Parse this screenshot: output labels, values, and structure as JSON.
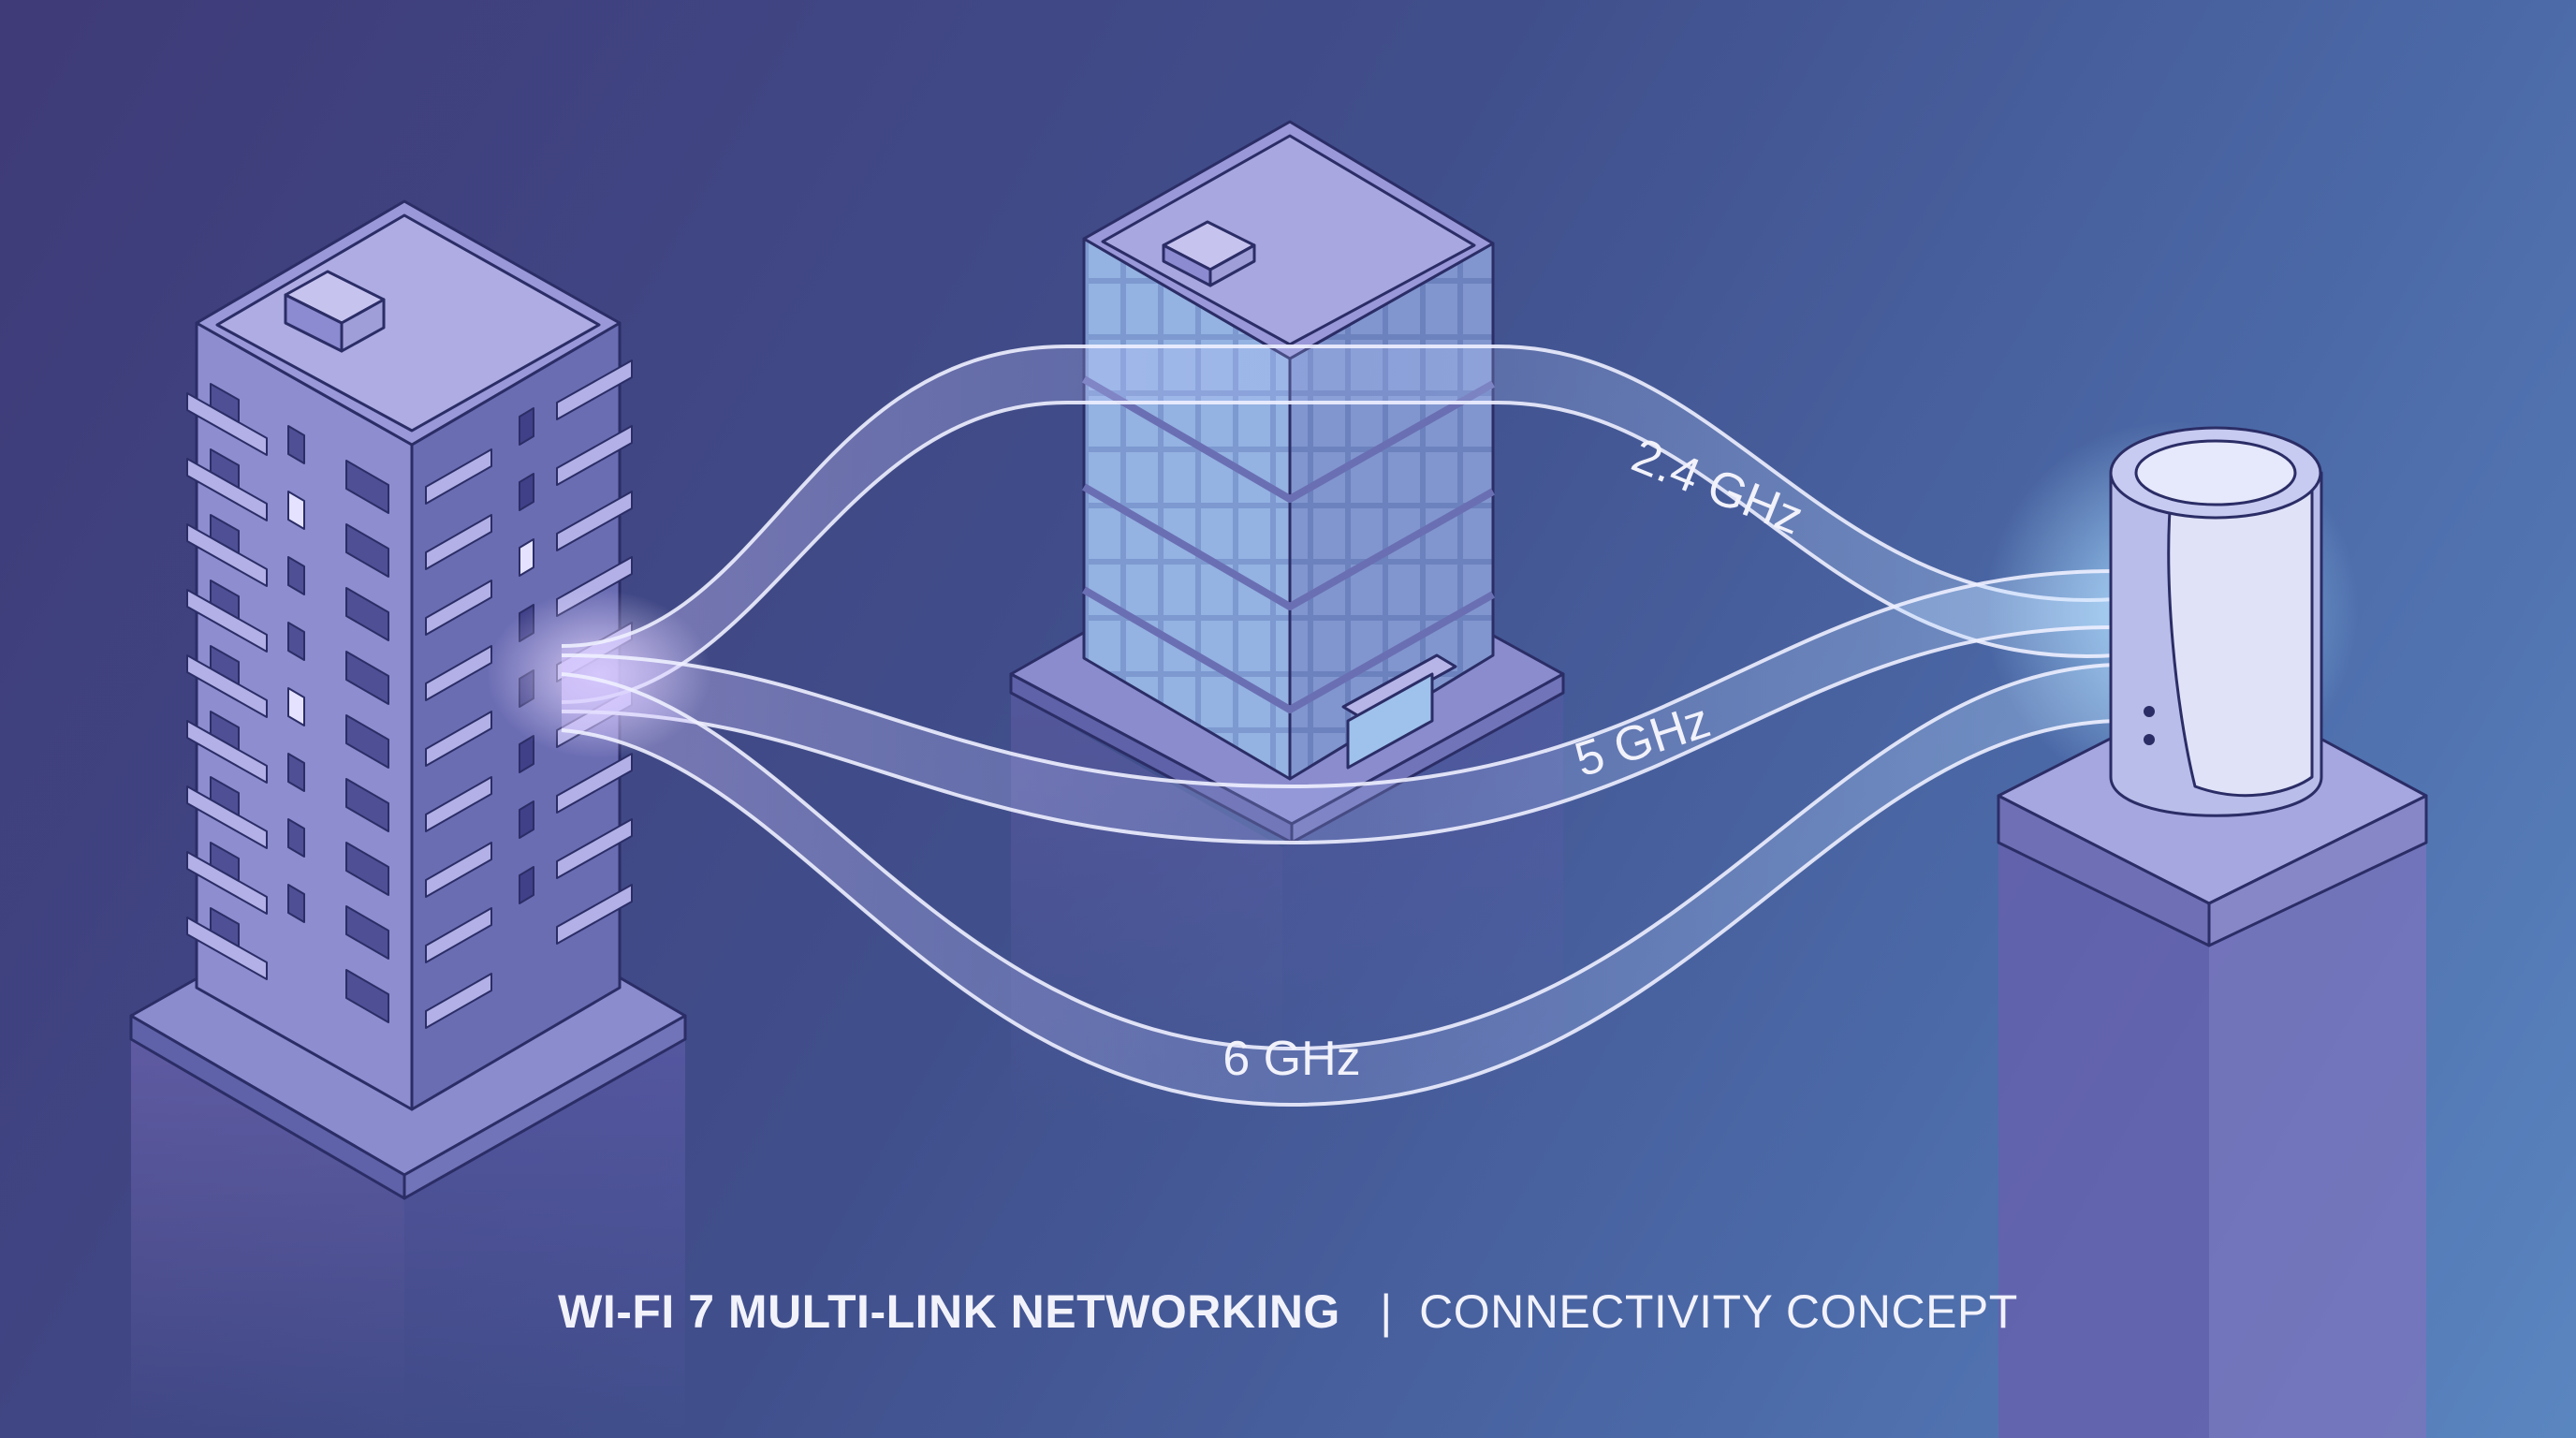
{
  "bands": [
    {
      "label": "2.4 GHz"
    },
    {
      "label": "5 GHz"
    },
    {
      "label": "6 GHz"
    }
  ],
  "caption": {
    "title": "WI-FI 7 MULTI-LINK NETWORKING",
    "separator": "|",
    "subtitle": "CONNECTIVITY CONCEPT"
  },
  "colors": {
    "background_start": "#3f3a78",
    "background_end": "#5a86c0",
    "building_face_light": "#8e8ed0",
    "building_face_dark": "#5f63a8",
    "glass": "#7ea2d8",
    "router_body": "#c9cdf0",
    "router_glow": "#8fc8ff",
    "signal_band": "#c6d4ff",
    "text": "#f2f2fb"
  },
  "icons": [
    "apartment-building",
    "office-tower",
    "wifi-router"
  ]
}
